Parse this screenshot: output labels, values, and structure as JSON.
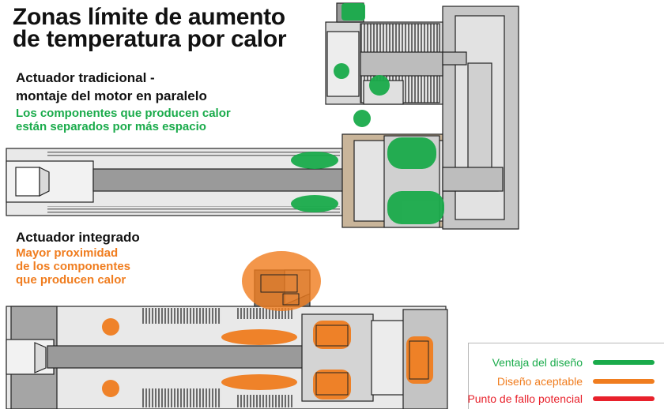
{
  "title": {
    "line1": "Zonas límite de aumento",
    "line2": "de temperatura por calor"
  },
  "traditional": {
    "heading_line1": "Actuador tradicional -",
    "heading_line2": "montaje del motor en paralelo",
    "note_line1": "Los componentes que producen calor",
    "note_line2": "están separados por más espacio",
    "note_color": "#1aab4b"
  },
  "integrated": {
    "heading": "Actuador integrado",
    "note_line1": "Mayor proximidad",
    "note_line2": "de los componentes",
    "note_line3": "que producen calor",
    "note_color": "#f07d1f"
  },
  "legend": {
    "items": [
      {
        "label": "Ventaja del diseño",
        "color": "#1aab4b"
      },
      {
        "label": "Diseño aceptable",
        "color": "#f07d1f"
      },
      {
        "label": "Punto de fallo potencial",
        "color": "#e8212b"
      }
    ]
  },
  "colors": {
    "green": "#1aab4b",
    "orange": "#f07d1f",
    "red": "#e8212b",
    "body_gray": "#c8c8c8",
    "rod_gray": "#9a9a9a",
    "dark_gray": "#6e6e6e",
    "housing_tan": "#c9b59a"
  }
}
